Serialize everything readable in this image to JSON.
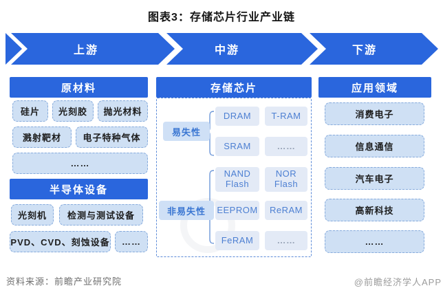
{
  "title": "图表3：存储芯片行业产业链",
  "flow": {
    "stages": [
      "上游",
      "中游",
      "下游"
    ]
  },
  "upstream": {
    "raw_materials": {
      "title": "原材料",
      "items": [
        "硅片",
        "光刻胶",
        "抛光材料",
        "溅射靶材",
        "电子特种气体",
        "……"
      ]
    },
    "equipment": {
      "title": "半导体设备",
      "items": [
        "光刻机",
        "检测与测试设备",
        "PVD、CVD、刻蚀设备",
        "……"
      ]
    }
  },
  "midstream": {
    "title": "存储芯片",
    "groups": [
      {
        "label": "易失性",
        "items": [
          "DRAM",
          "T-RAM",
          "SRAM",
          "……"
        ]
      },
      {
        "label": "非易失性",
        "items": [
          "NAND Flash",
          "NOR Flash",
          "EEPROM",
          "ReRAM",
          "FeRAM",
          "……"
        ]
      }
    ]
  },
  "downstream": {
    "title": "应用领域",
    "items": [
      "消费电子",
      "信息通信",
      "汽车电子",
      "高新科技",
      "……"
    ]
  },
  "footer": {
    "source": "资料来源：前瞻产业研究院",
    "brand": "@前瞻经济学人APP"
  },
  "colors": {
    "primary_blue": "#2a66dd",
    "light_box_fill": "#cfe0f4",
    "light_box_border": "#85aadc",
    "mid_box_fill": "#e3eaf6",
    "mid_text_blue": "#4c7fd2",
    "dashed_border": "#5b8ad8",
    "source_gray": "#6f6f6f",
    "brand_gray": "#9b9b9b"
  }
}
